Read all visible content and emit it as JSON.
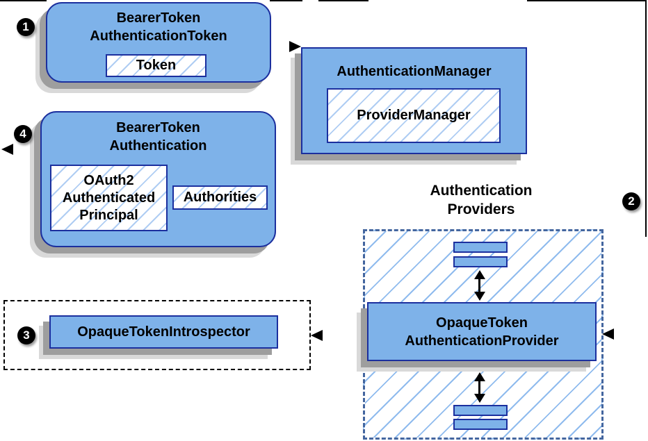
{
  "colors": {
    "node_fill": "#7EB2E9",
    "node_border": "#1B2F9E",
    "hatch_line": "#AFCDF3",
    "group_hatch": "#8FBBEE",
    "group_border": "#44669F",
    "shadow_dark": "#9E9E9E",
    "shadow_light": "#D9D9D9",
    "connector": "#000000",
    "badge_bg": "#000000",
    "badge_text": "#FFFFFF"
  },
  "badges": {
    "step1": "1",
    "step2": "2",
    "step3": "3",
    "step4": "4"
  },
  "nodes": {
    "bearer_token_authentication_token": {
      "title": "BearerToken\nAuthenticationToken",
      "token_label": "Token"
    },
    "authentication_manager": {
      "title": "AuthenticationManager",
      "provider_manager_label": "ProviderManager"
    },
    "bearer_token_authentication": {
      "title": "BearerToken\nAuthentication",
      "principal_label": "OAuth2\nAuthenticated\nPrincipal",
      "authorities_label": "Authorities"
    },
    "providers_group": {
      "heading": "Authentication\nProviders",
      "provider_label": "OpaqueToken\nAuthenticationProvider"
    },
    "introspector_group": {
      "introspector_label": "OpaqueTokenIntrospector"
    }
  }
}
